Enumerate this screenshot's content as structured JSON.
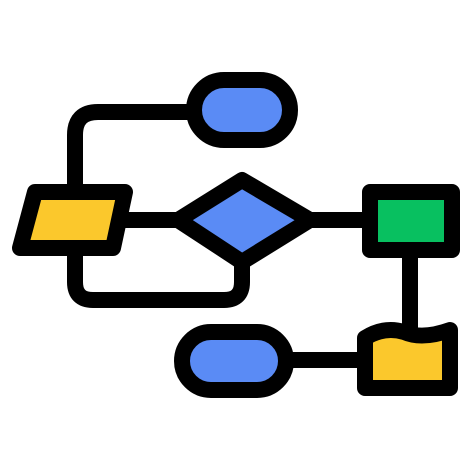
{
  "diagram": {
    "type": "flowchart-icon",
    "colors": {
      "background": "#ffffff",
      "stroke": "#000000",
      "terminator_fill": "#5a8bf5",
      "decision_fill": "#5a8bf5",
      "input_output_fill": "#fbc82c",
      "process_fill": "#08c060",
      "document_fill": "#fbc82c"
    },
    "shapes": [
      {
        "id": "start-terminator",
        "kind": "terminator",
        "icon": "rounded-pill"
      },
      {
        "id": "input-output",
        "kind": "parallelogram",
        "icon": "parallelogram"
      },
      {
        "id": "decision",
        "kind": "decision",
        "icon": "diamond"
      },
      {
        "id": "process",
        "kind": "process",
        "icon": "rectangle"
      },
      {
        "id": "document",
        "kind": "document",
        "icon": "wavy-document"
      },
      {
        "id": "end-terminator",
        "kind": "terminator",
        "icon": "rounded-pill"
      }
    ],
    "connectors": [
      {
        "from": "input-output",
        "to": "start-terminator"
      },
      {
        "from": "input-output",
        "to": "decision"
      },
      {
        "from": "decision",
        "to": "process"
      },
      {
        "from": "input-output",
        "to": "decision",
        "route": "loop-below"
      },
      {
        "from": "process",
        "to": "document"
      },
      {
        "from": "document",
        "to": "end-terminator"
      }
    ]
  }
}
